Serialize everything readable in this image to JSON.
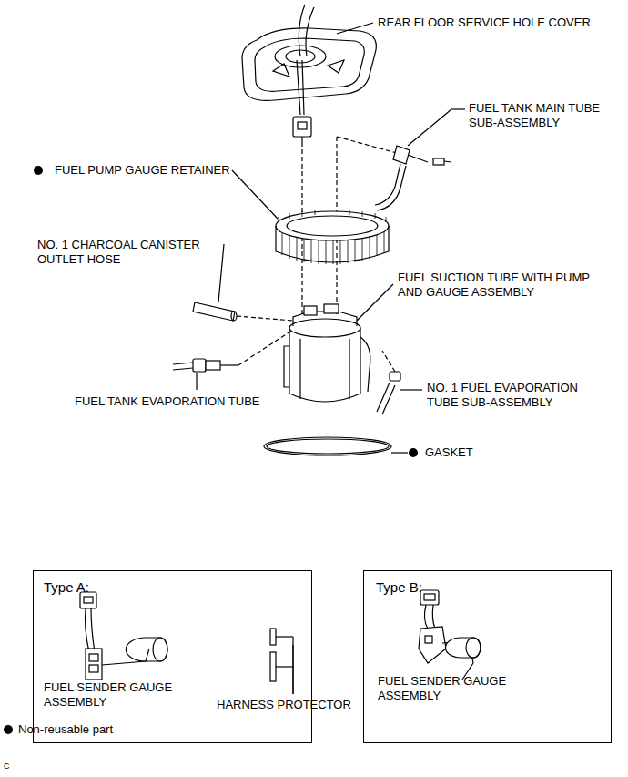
{
  "diagram": {
    "nodes": [
      {
        "text": [
          "Type A:",
          "FUEL SENDER GAUGE ASSEMBLY"
        ]
      },
      {
        "text": [
          "Type B:",
          "FUEL SENDER GAUGE ASSEMBLY"
        ]
      }
    ],
    "labels": [
      "REAR FLOOR SERVICE HOLE COVER",
      "FUEL TANK MAIN TUBE SUB-ASSEMBLY",
      "FUEL PUMP GAUGE RETAINER",
      "NO. 1 CHARCOAL CANISTER OUTLET HOSE",
      "FUEL SUCTION TUBE WITH PUMP AND GAUGE ASSEMBLY",
      "FUEL TANK EVAPORATION TUBE",
      "NO. 1 FUEL EVAPORATION TUBE SUB-ASSEMBLY",
      "GASKET",
      "HARNESS PROTECTOR",
      "C"
    ],
    "legend": [
      {
        "text": "Non-reusable part"
      }
    ]
  }
}
